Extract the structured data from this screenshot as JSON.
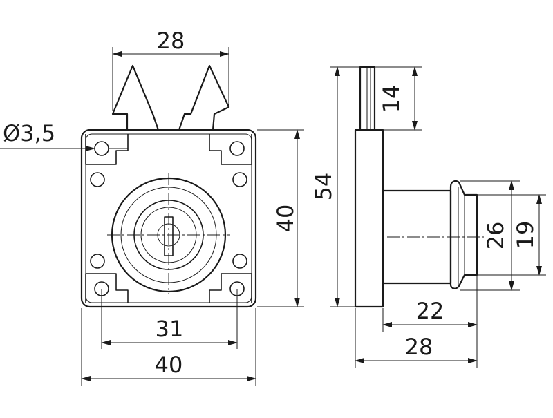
{
  "front_view": {
    "dim_top_width": "28",
    "dim_hole_diameter": "Ø3,5",
    "dim_height": "40",
    "dim_hole_spacing": "31",
    "dim_plate_width": "40"
  },
  "side_view": {
    "dim_tongue_length": "14",
    "dim_total_height": "54",
    "dim_cylinder_outer": "26",
    "dim_cylinder_inner": "19",
    "dim_body_depth": "22",
    "dim_total_depth": "28"
  }
}
